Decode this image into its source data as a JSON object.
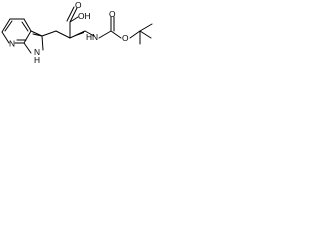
{
  "molecule": {
    "colors": {
      "bond": "#000000",
      "label": "#000000",
      "background": "#ffffff"
    },
    "labels": {
      "ring_nitrogen": "N",
      "ring_nh": "N",
      "ring_nh_h": "H",
      "carboxyl_oh": "OH",
      "carboxyl_o": "O",
      "amide_nh": "HN",
      "boc_carbonyl_o": "O",
      "boc_ester_o": "O"
    }
  }
}
